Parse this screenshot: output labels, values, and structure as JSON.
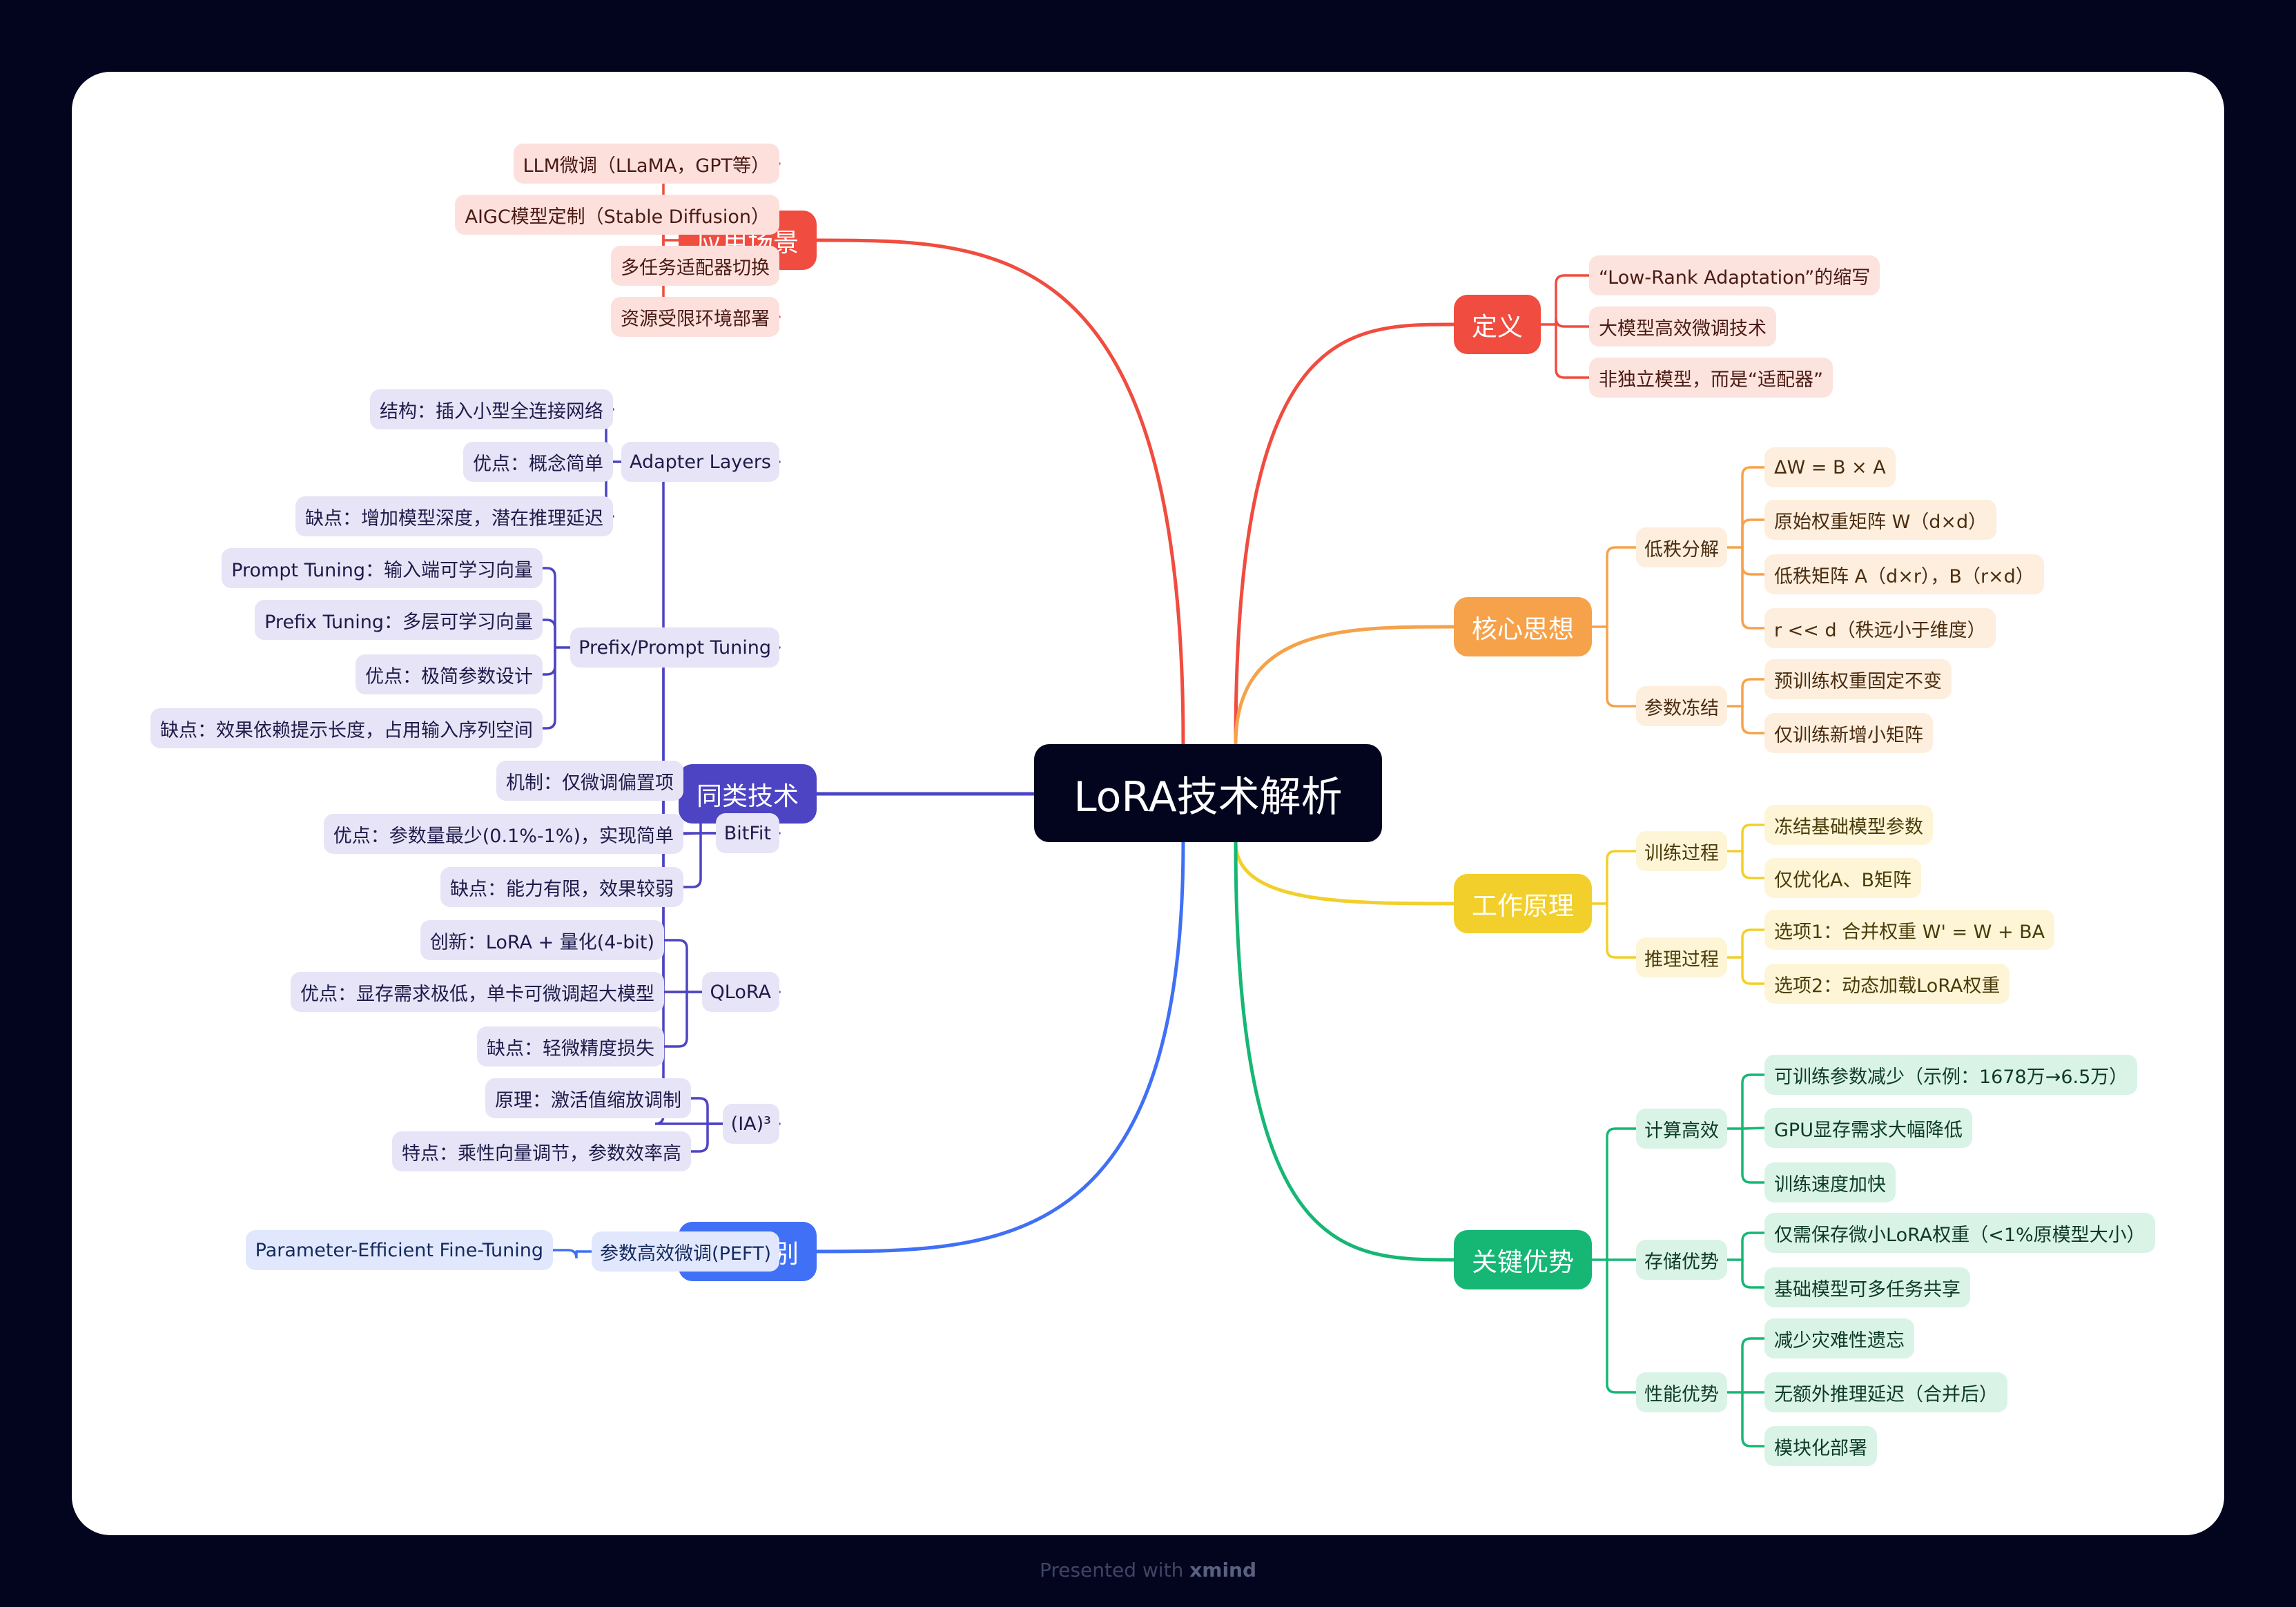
{
  "center": "LoRA技术解析",
  "footer": {
    "prefix": "Presented with",
    "brand": "xmind"
  },
  "colors": {
    "background": "#03051f",
    "definition": "#f04c3f",
    "core": "#f6a24a",
    "principle": "#f2cf2a",
    "advantages": "#16b774",
    "scenarios": "#f04c3f",
    "similar": "#4d44c4",
    "category": "#3f70f5"
  },
  "branches": [
    {
      "key": "definition",
      "label": "定义",
      "side": "right",
      "children": [
        {
          "label": "“Low-Rank Adaptation”的缩写"
        },
        {
          "label": "大模型高效微调技术"
        },
        {
          "label": "非独立模型，而是“适配器”"
        }
      ]
    },
    {
      "key": "core",
      "label": "核心思想",
      "side": "right",
      "children": [
        {
          "label": "低秩分解",
          "children": [
            {
              "label": "ΔW = B × A"
            },
            {
              "label": "原始权重矩阵 W（d×d）"
            },
            {
              "label": "低秩矩阵 A（d×r），B（r×d）"
            },
            {
              "label": "r << d（秩远小于维度）"
            }
          ]
        },
        {
          "label": "参数冻结",
          "children": [
            {
              "label": "预训练权重固定不变"
            },
            {
              "label": "仅训练新增小矩阵"
            }
          ]
        }
      ]
    },
    {
      "key": "principle",
      "label": "工作原理",
      "side": "right",
      "children": [
        {
          "label": "训练过程",
          "children": [
            {
              "label": "冻结基础模型参数"
            },
            {
              "label": "仅优化A、B矩阵"
            }
          ]
        },
        {
          "label": "推理过程",
          "children": [
            {
              "label": "选项1：合并权重 W' = W + BA"
            },
            {
              "label": "选项2：动态加载LoRA权重"
            }
          ]
        }
      ]
    },
    {
      "key": "advantages",
      "label": "关键优势",
      "side": "right",
      "children": [
        {
          "label": "计算高效",
          "children": [
            {
              "label": "可训练参数减少（示例：1678万→6.5万）"
            },
            {
              "label": "GPU显存需求大幅降低"
            },
            {
              "label": "训练速度加快"
            }
          ]
        },
        {
          "label": "存储优势",
          "children": [
            {
              "label": "仅需保存微小LoRA权重（<1%原模型大小）"
            },
            {
              "label": "基础模型可多任务共享"
            }
          ]
        },
        {
          "label": "性能优势",
          "children": [
            {
              "label": "减少灾难性遗忘"
            },
            {
              "label": "无额外推理延迟（合并后）"
            },
            {
              "label": "模块化部署"
            }
          ]
        }
      ]
    },
    {
      "key": "scenarios",
      "label": "应用场景",
      "side": "left",
      "children": [
        {
          "label": "LLM微调（LLaMA，GPT等）"
        },
        {
          "label": "AIGC模型定制（Stable Diffusion）"
        },
        {
          "label": "多任务适配器切换"
        },
        {
          "label": "资源受限环境部署"
        }
      ]
    },
    {
      "key": "similar",
      "label": "同类技术",
      "side": "left",
      "children": [
        {
          "label": "Adapter Layers",
          "children": [
            {
              "label": "结构：插入小型全连接网络"
            },
            {
              "label": "优点：概念简单"
            },
            {
              "label": "缺点：增加模型深度，潜在推理延迟"
            }
          ]
        },
        {
          "label": "Prefix/Prompt Tuning",
          "children": [
            {
              "label": "Prompt Tuning：输入端可学习向量"
            },
            {
              "label": "Prefix Tuning：多层可学习向量"
            },
            {
              "label": "优点：极简参数设计"
            },
            {
              "label": "缺点：效果依赖提示长度，占用输入序列空间"
            }
          ]
        },
        {
          "label": "BitFit",
          "children": [
            {
              "label": "机制：仅微调偏置项"
            },
            {
              "label": "优点：参数量最少(0.1%-1%)，实现简单"
            },
            {
              "label": "缺点：能力有限，效果较弱"
            }
          ]
        },
        {
          "label": "QLoRA",
          "children": [
            {
              "label": "创新：LoRA + 量化(4-bit)"
            },
            {
              "label": "优点：显存需求极低，单卡可微调超大模型"
            },
            {
              "label": "缺点：轻微精度损失"
            }
          ]
        },
        {
          "label": "(IA)³",
          "children": [
            {
              "label": "原理：激活值缩放调制"
            },
            {
              "label": "特点：乘性向量调节，参数效率高"
            }
          ]
        }
      ]
    },
    {
      "key": "category",
      "label": "技术类别",
      "side": "left",
      "children": [
        {
          "label": "参数高效微调(PEFT)",
          "children": [
            {
              "label": "Parameter-Efficient Fine-Tuning"
            }
          ]
        }
      ]
    }
  ]
}
